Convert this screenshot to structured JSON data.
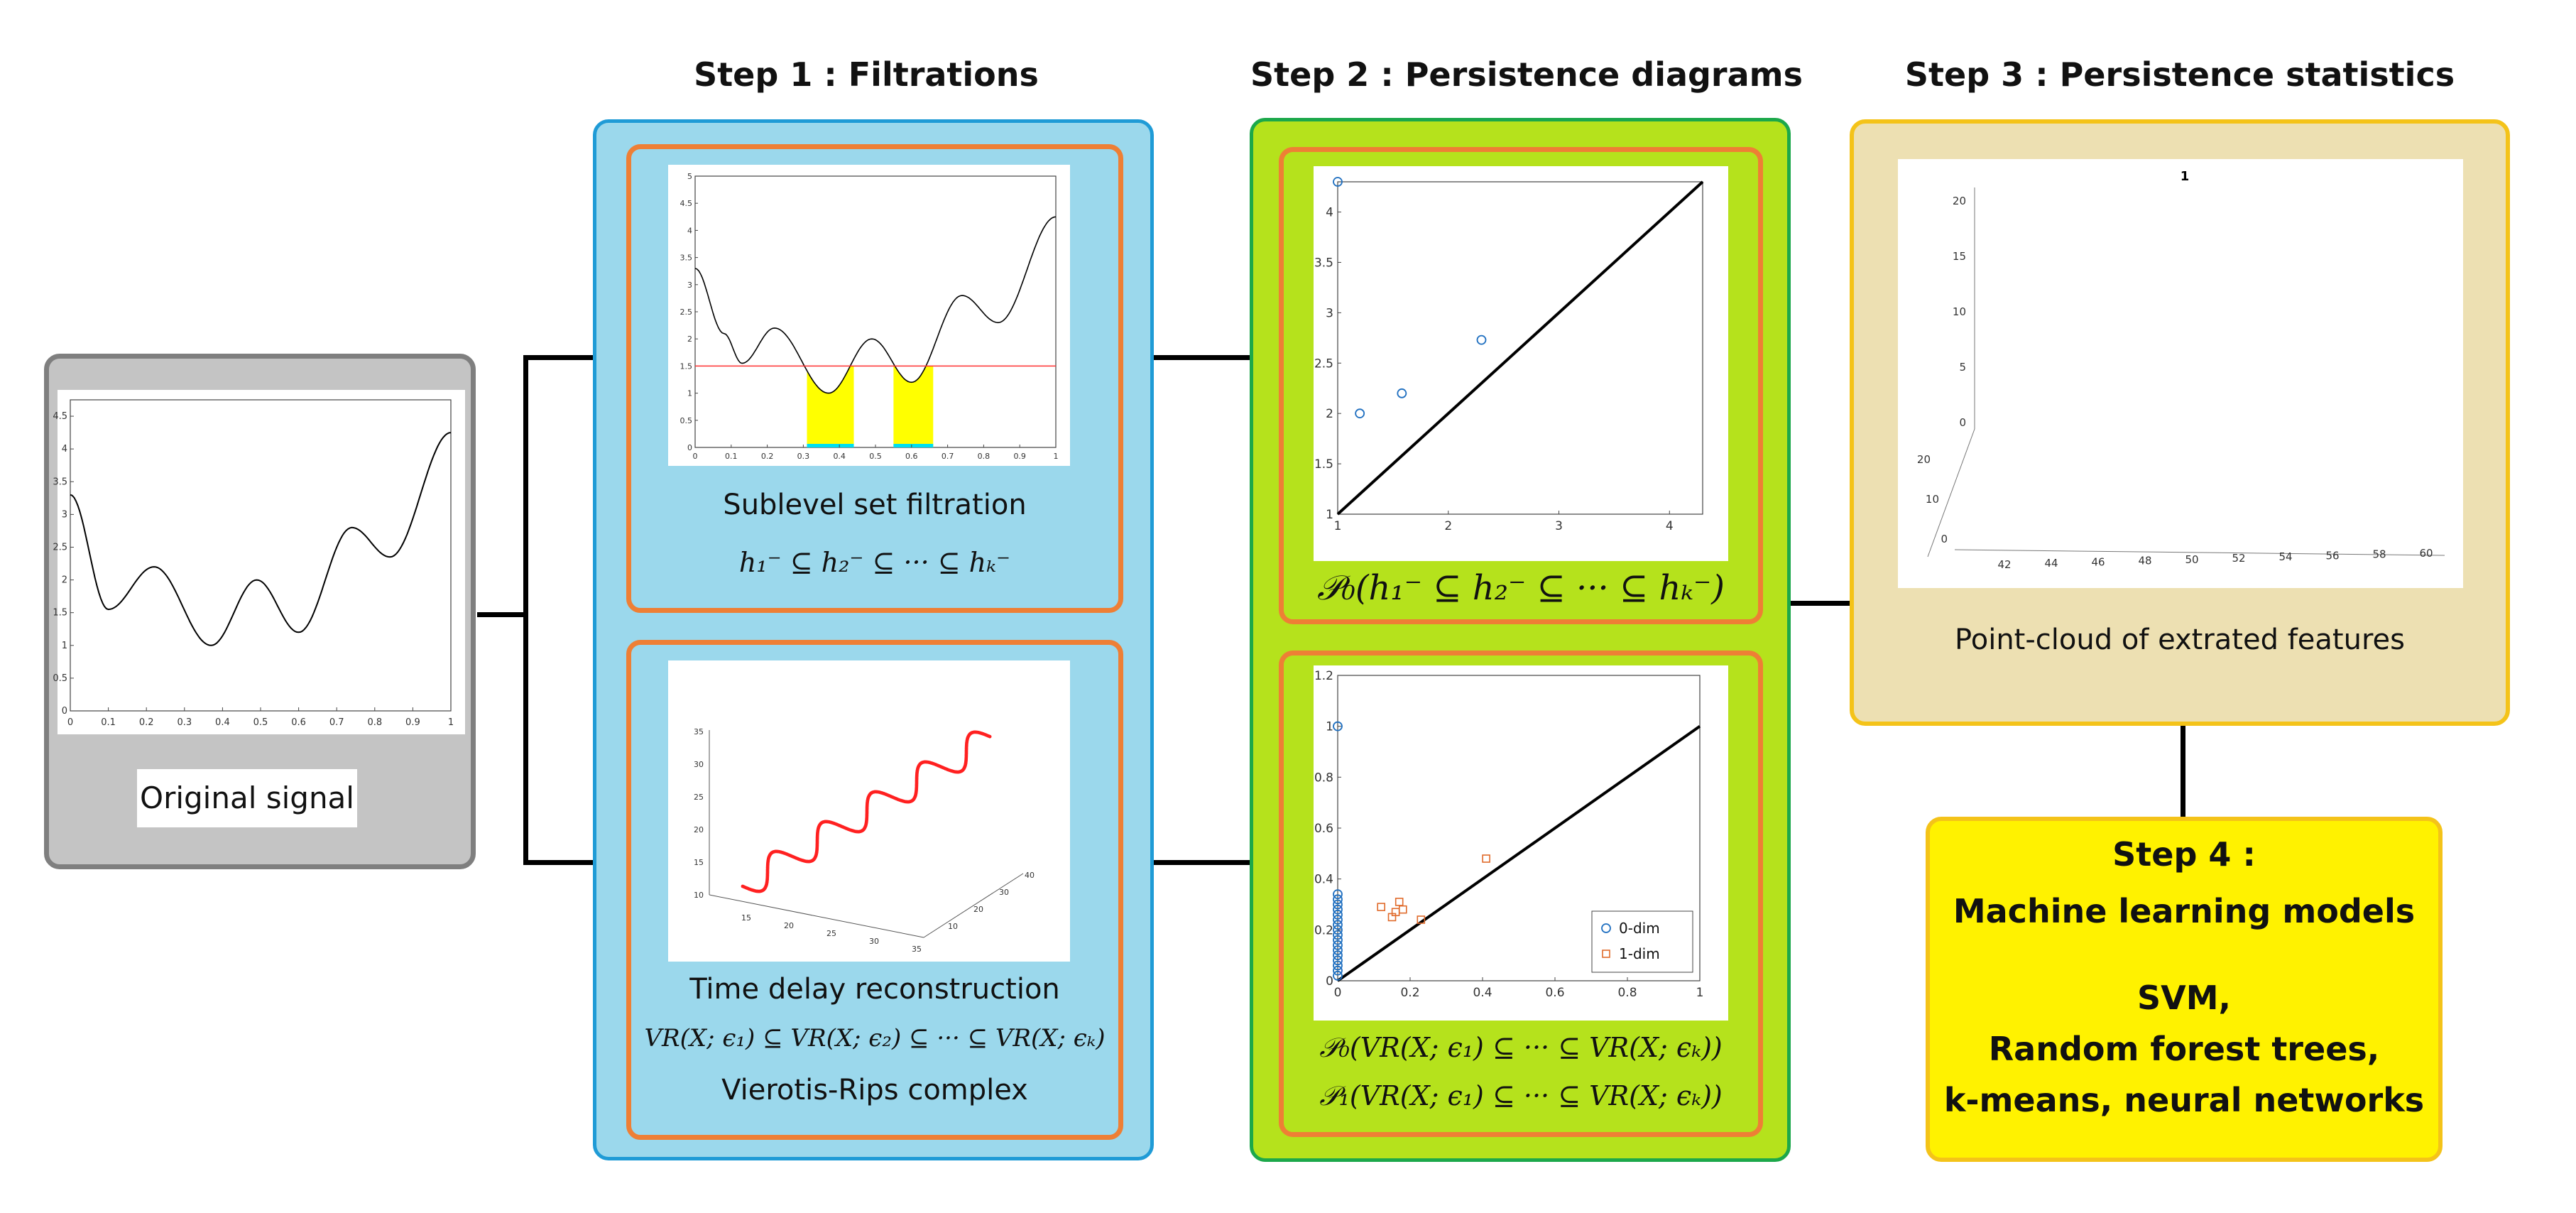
{
  "steps": {
    "step1": "Step 1 : Filtrations",
    "step2": "Step 2 : Persistence diagrams",
    "step3": "Step 3 : Persistence statistics",
    "step4_title": "Step 4 :",
    "step4_sub": "Machine learning models"
  },
  "original": {
    "caption": "Original signal",
    "xticks": [
      "0",
      "0.1",
      "0.2",
      "0.3",
      "0.4",
      "0.5",
      "0.6",
      "0.7",
      "0.8",
      "0.9",
      "1"
    ],
    "yticks": [
      "0",
      "0.5",
      "1",
      "1.5",
      "2",
      "2.5",
      "3",
      "3.5",
      "4",
      "4.5"
    ]
  },
  "sublevel": {
    "caption": "Sublevel set filtration",
    "formula": "h₁⁻ ⊆ h₂⁻ ⊆ ··· ⊆ hₖ⁻",
    "xticks": [
      "0",
      "0.1",
      "0.2",
      "0.3",
      "0.4",
      "0.5",
      "0.6",
      "0.7",
      "0.8",
      "0.9",
      "1"
    ],
    "yticks": [
      "0",
      "0.5",
      "1",
      "1.5",
      "2",
      "2.5",
      "3",
      "3.5",
      "4",
      "4.5",
      "5"
    ],
    "threshold": 1.5
  },
  "delay": {
    "caption": "Time delay reconstruction",
    "formula": "VR(X; ϵ₁) ⊆ VR(X; ϵ₂) ⊆ ··· ⊆ VR(X; ϵₖ)",
    "complex": "Vierotis-Rips complex",
    "yticks": [
      "10",
      "15",
      "20",
      "25",
      "30",
      "35"
    ],
    "xticks": [
      "15",
      "20",
      "25",
      "30",
      "35"
    ],
    "zticks": [
      "10",
      "20",
      "30",
      "40"
    ]
  },
  "pd0": {
    "formula": "𝒫₀(h₁⁻ ⊆ h₂⁻ ⊆ ··· ⊆ hₖ⁻)",
    "xticks": [
      "1",
      "2",
      "3",
      "4"
    ],
    "yticks": [
      "1",
      "1.5",
      "2",
      "2.5",
      "3",
      "3.5",
      "4"
    ],
    "points": [
      [
        1,
        4.3
      ],
      [
        1.2,
        2.0
      ],
      [
        1.58,
        2.2
      ],
      [
        2.3,
        2.73
      ]
    ]
  },
  "pd1": {
    "formula0": "𝒫₀(VR(X; ϵ₁) ⊆ ··· ⊆ VR(X; ϵₖ))",
    "formula1": "𝒫₁(VR(X; ϵ₁) ⊆ ··· ⊆ VR(X; ϵₖ))",
    "xticks": [
      "0",
      "0.2",
      "0.4",
      "0.6",
      "0.8",
      "1"
    ],
    "yticks": [
      "0",
      "0.2",
      "0.4",
      "0.6",
      "0.8",
      "1",
      "1.2"
    ],
    "legend0": "0-dim",
    "legend1": "1-dim",
    "points0": [
      [
        0,
        1.0
      ],
      [
        0,
        0.34
      ],
      [
        0,
        0.32
      ],
      [
        0,
        0.3
      ],
      [
        0,
        0.28
      ],
      [
        0,
        0.26
      ],
      [
        0,
        0.24
      ],
      [
        0,
        0.22
      ],
      [
        0,
        0.2
      ],
      [
        0,
        0.18
      ],
      [
        0,
        0.16
      ],
      [
        0,
        0.14
      ],
      [
        0,
        0.12
      ],
      [
        0,
        0.1
      ],
      [
        0,
        0.08
      ],
      [
        0,
        0.06
      ],
      [
        0,
        0.04
      ],
      [
        0,
        0.02
      ]
    ],
    "points1": [
      [
        0.12,
        0.29
      ],
      [
        0.16,
        0.27
      ],
      [
        0.17,
        0.31
      ],
      [
        0.15,
        0.25
      ],
      [
        0.18,
        0.28
      ],
      [
        0.23,
        0.24
      ],
      [
        0.41,
        0.48
      ]
    ]
  },
  "stats": {
    "caption": "Point-cloud of extrated features",
    "title": "1",
    "xticks": [
      "42",
      "44",
      "46",
      "48",
      "50",
      "52",
      "54",
      "56",
      "58",
      "60"
    ],
    "yticks": [
      "0",
      "10",
      "20"
    ],
    "zticks": [
      "0",
      "5",
      "10",
      "15",
      "20"
    ]
  },
  "ml": {
    "line1": "SVM,",
    "line2": "Random forest trees,",
    "line3": "k-means, neural networks"
  },
  "colors": {
    "grey_panel": "#c4c4c4",
    "blue_panel": "#9bd8ec",
    "green_panel": "#b5e21c",
    "tan_panel": "#ede0b2",
    "yellow_panel": "#fff200",
    "inner_border": "#ee7f35"
  }
}
